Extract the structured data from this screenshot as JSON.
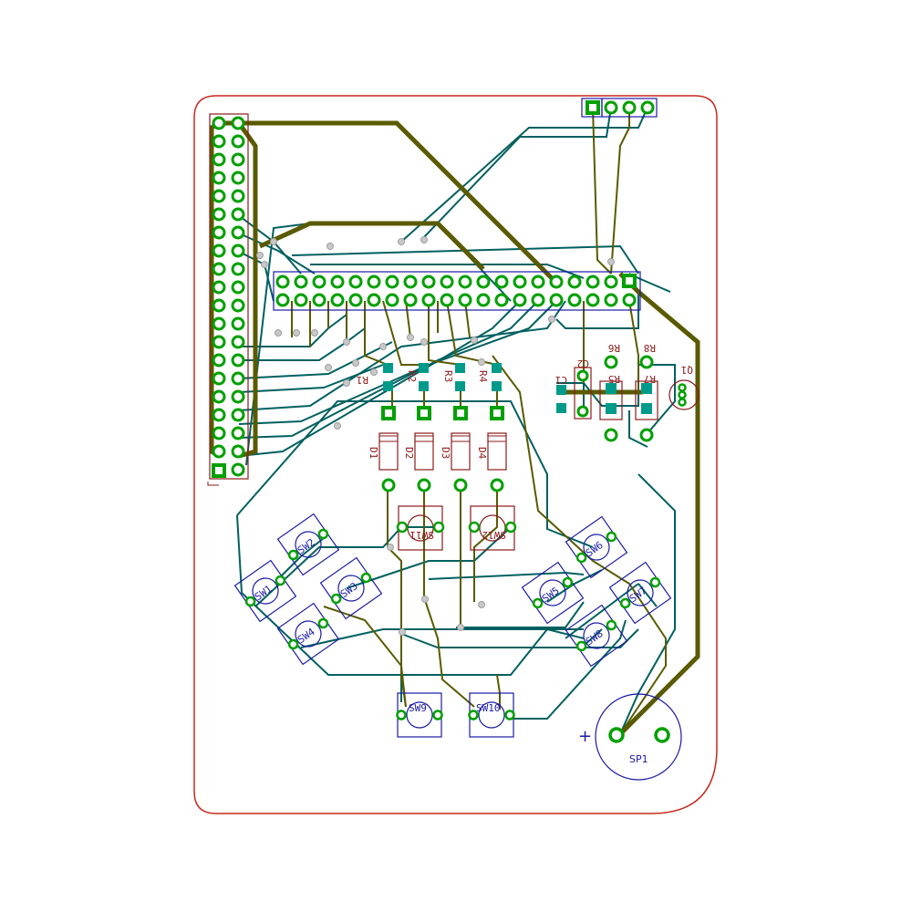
{
  "colors": {
    "edge": "#c8281e",
    "fab_blue": "#1a1aa6",
    "fab_red": "#8b1a1a",
    "track_front": "#5a5a00",
    "track_back": "#006060",
    "pad": "#00a000",
    "smd_pad": "#009a8a",
    "via": "#c8c8c8"
  },
  "labels": {
    "sw1": "SW1",
    "sw2": "SW2",
    "sw3": "SW3",
    "sw4": "SW4",
    "sw5": "SW5",
    "sw6": "SW6",
    "sw7": "SW7",
    "sw8": "SW8",
    "sw9": "SW9",
    "sw10": "SW10",
    "sw11": "SW11",
    "sw12": "SW12",
    "d1": "D1",
    "d2": "D2",
    "d3": "D3",
    "d4": "D4",
    "r1": "R1",
    "r2": "R2",
    "r3": "R3",
    "r4": "R4",
    "r5": "R5",
    "r6": "R6",
    "r7": "R7",
    "r8": "R8",
    "c1": "C1",
    "c2": "C2",
    "q1": "Q1",
    "sp1": "SP1",
    "plus": "+"
  }
}
